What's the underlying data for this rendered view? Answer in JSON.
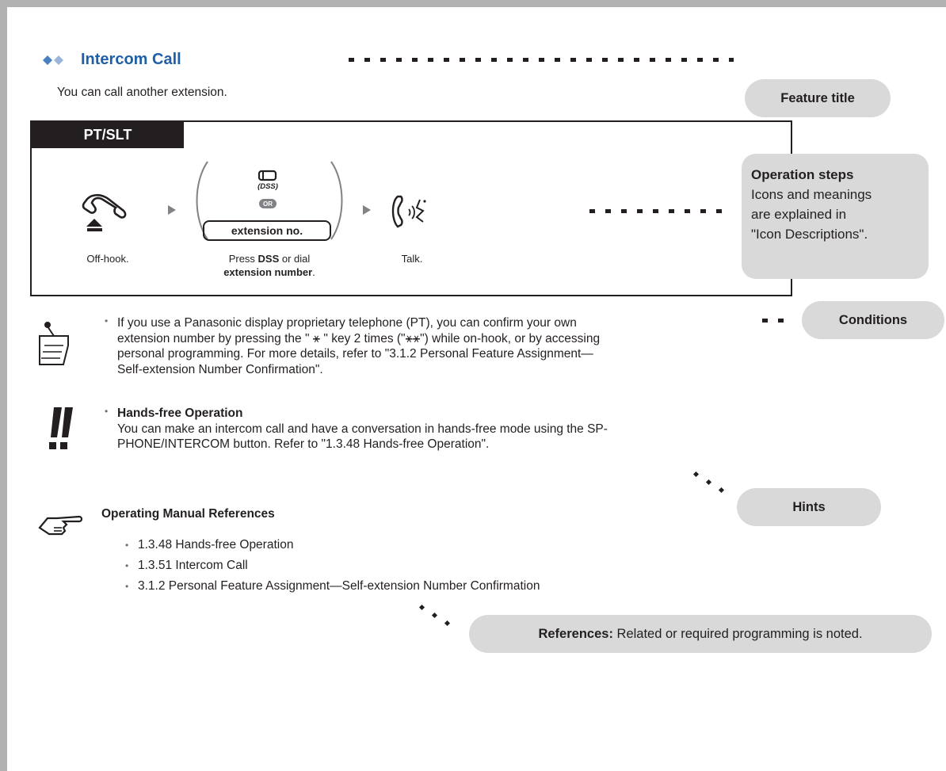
{
  "title": {
    "text": "Intercom Call"
  },
  "subtitle": "You can call another extension.",
  "callouts": {
    "feature_title": "Feature title",
    "operation_steps_head": "Operation steps",
    "operation_steps_line1": "Icons and meanings",
    "operation_steps_line2": "are explained in",
    "operation_steps_line3": "\"Icon Descriptions\".",
    "conditions": "Conditions",
    "hints": "Hints",
    "references_head": "References:",
    "references_text": "Related or required programming is noted."
  },
  "operation": {
    "tab_label": "PT/SLT",
    "dss_label": "(DSS)",
    "or_label": "OR",
    "extension_button": "extension no.",
    "steps": [
      {
        "caption": "Off-hook."
      },
      {
        "caption_a": "Press ",
        "caption_b": "DSS",
        "caption_c": " or dial",
        "caption_d": "extension number",
        "caption_e": "."
      },
      {
        "caption": "Talk."
      }
    ]
  },
  "condition_note": {
    "line1": "If you use a Panasonic display proprietary telephone (PT), you can confirm your own",
    "line2a": "extension number by pressing the \" ",
    "star": "⚹",
    "line2b": " \" key 2 times (\"",
    "stars": "⚹⚹",
    "line2c": "\") while on-hook, or by accessing",
    "line3": "personal programming. For more details, refer to \"3.1.2 Personal Feature Assignment—",
    "line4": "Self-extension Number Confirmation\"."
  },
  "hint_note": {
    "head": "Hands-free Operation",
    "line1": "You can make an intercom call and have a conversation in hands-free mode using the SP-",
    "line2": "PHONE/INTERCOM button. Refer to \"1.3.48 Hands-free Operation\"."
  },
  "references": {
    "head": "Operating Manual References",
    "items": [
      "1.3.48 Hands-free Operation",
      "1.3.51 Intercom Call",
      "3.1.2 Personal Feature Assignment—Self-extension Number Confirmation"
    ]
  },
  "icons": {
    "title_bullet": "two-diamonds-icon",
    "offhook": "handset-offhook-icon",
    "dss": "dss-key-icon",
    "talk": "talking-handset-icon",
    "notepad": "notepad-icon",
    "exclamation": "double-exclamation-icon",
    "pointing_hand": "pointing-hand-icon"
  },
  "colors": {
    "title": "#1f5fa8",
    "callout": "#d9d9d9",
    "frame": "#b1b1b1"
  }
}
